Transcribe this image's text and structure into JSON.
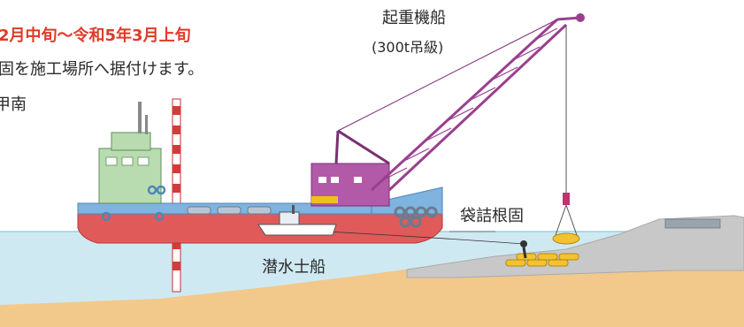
{
  "header": {
    "schedule_line": "2月中旬～令和5年3月上旬",
    "description_line": "固を施工場所へ据付けます。",
    "location_fragment": "甲南"
  },
  "labels": {
    "crane_ship": "起重機船",
    "crane_ship_capacity": "(300t吊級)",
    "sandbag_base": "袋詰根固",
    "diver_boat": "潜水士船"
  },
  "colors": {
    "sea": "#cfe9f2",
    "seabed": "#f2c98a",
    "rubble": "#c8c8c8",
    "hull_red": "#e05a5a",
    "deck_blue": "#7fb3e0",
    "cabin_green": "#b9dbb0",
    "crane_purple": "#9a3f8f",
    "bag_yellow": "#f2c230",
    "title_red": "#e03a2a"
  }
}
